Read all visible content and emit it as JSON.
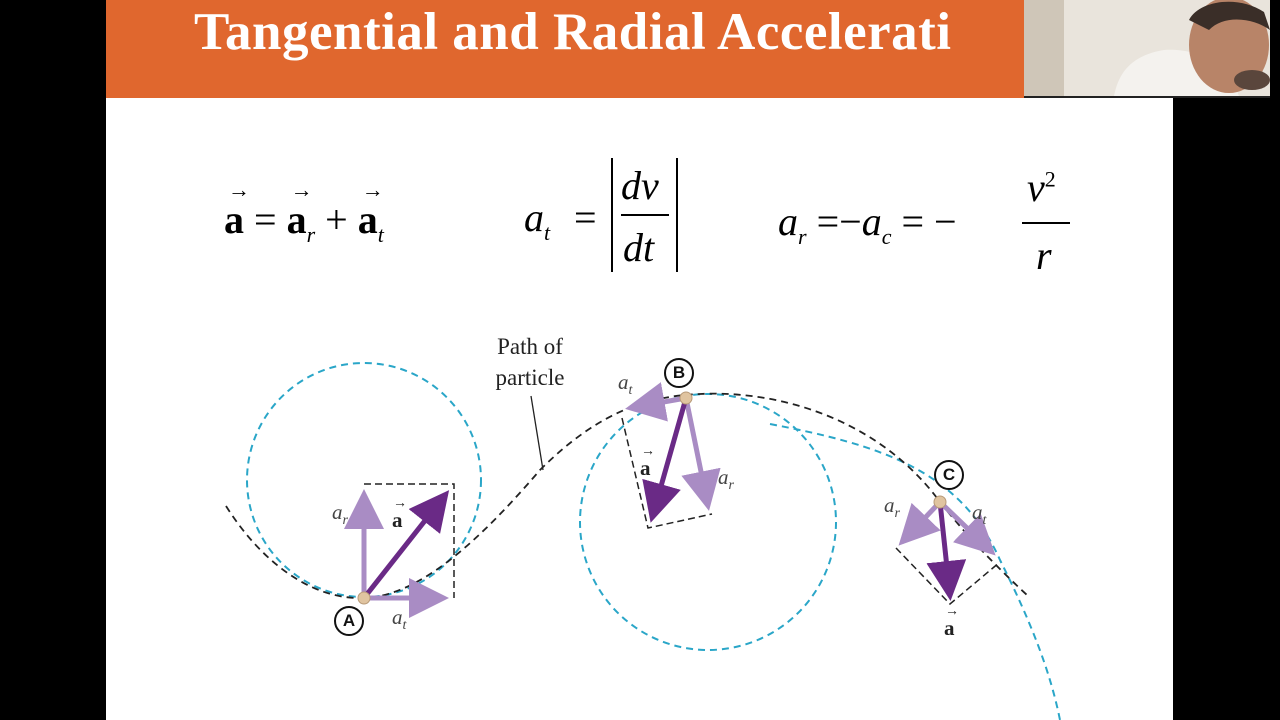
{
  "title": "Tangential and Radial Accelerati",
  "equations": {
    "eq1": {
      "a": "a",
      "equals": "=",
      "ar": "a",
      "ar_sub": "r",
      "plus": "+",
      "at": "a",
      "at_sub": "t"
    },
    "eq2": {
      "lhs": "a",
      "lhs_sub": "t",
      "equals": "=",
      "num": "dv",
      "den": "dt"
    },
    "eq3": {
      "lhs": "a",
      "lhs_sub": "r",
      "equals1": "=",
      "minus1": "−",
      "ac": "a",
      "ac_sub": "c",
      "equals2": "=",
      "minus2": "−",
      "num": "v",
      "num_sup": "2",
      "den": "r"
    }
  },
  "figure": {
    "path_label_line1": "Path of",
    "path_label_line2": "particle",
    "points": {
      "A": "A",
      "B": "B",
      "C": "C"
    },
    "labels": {
      "a": "a",
      "r": "r",
      "t": "t"
    },
    "colors": {
      "slide_title_bg": "#e0672e",
      "circle": "#2aa6c8",
      "arrow_dark": "#6a2a86",
      "arrow_light": "#a98cc4",
      "dot": "#e0c4a0"
    }
  },
  "webcam": {
    "description_icon": "presenter-video-icon"
  }
}
